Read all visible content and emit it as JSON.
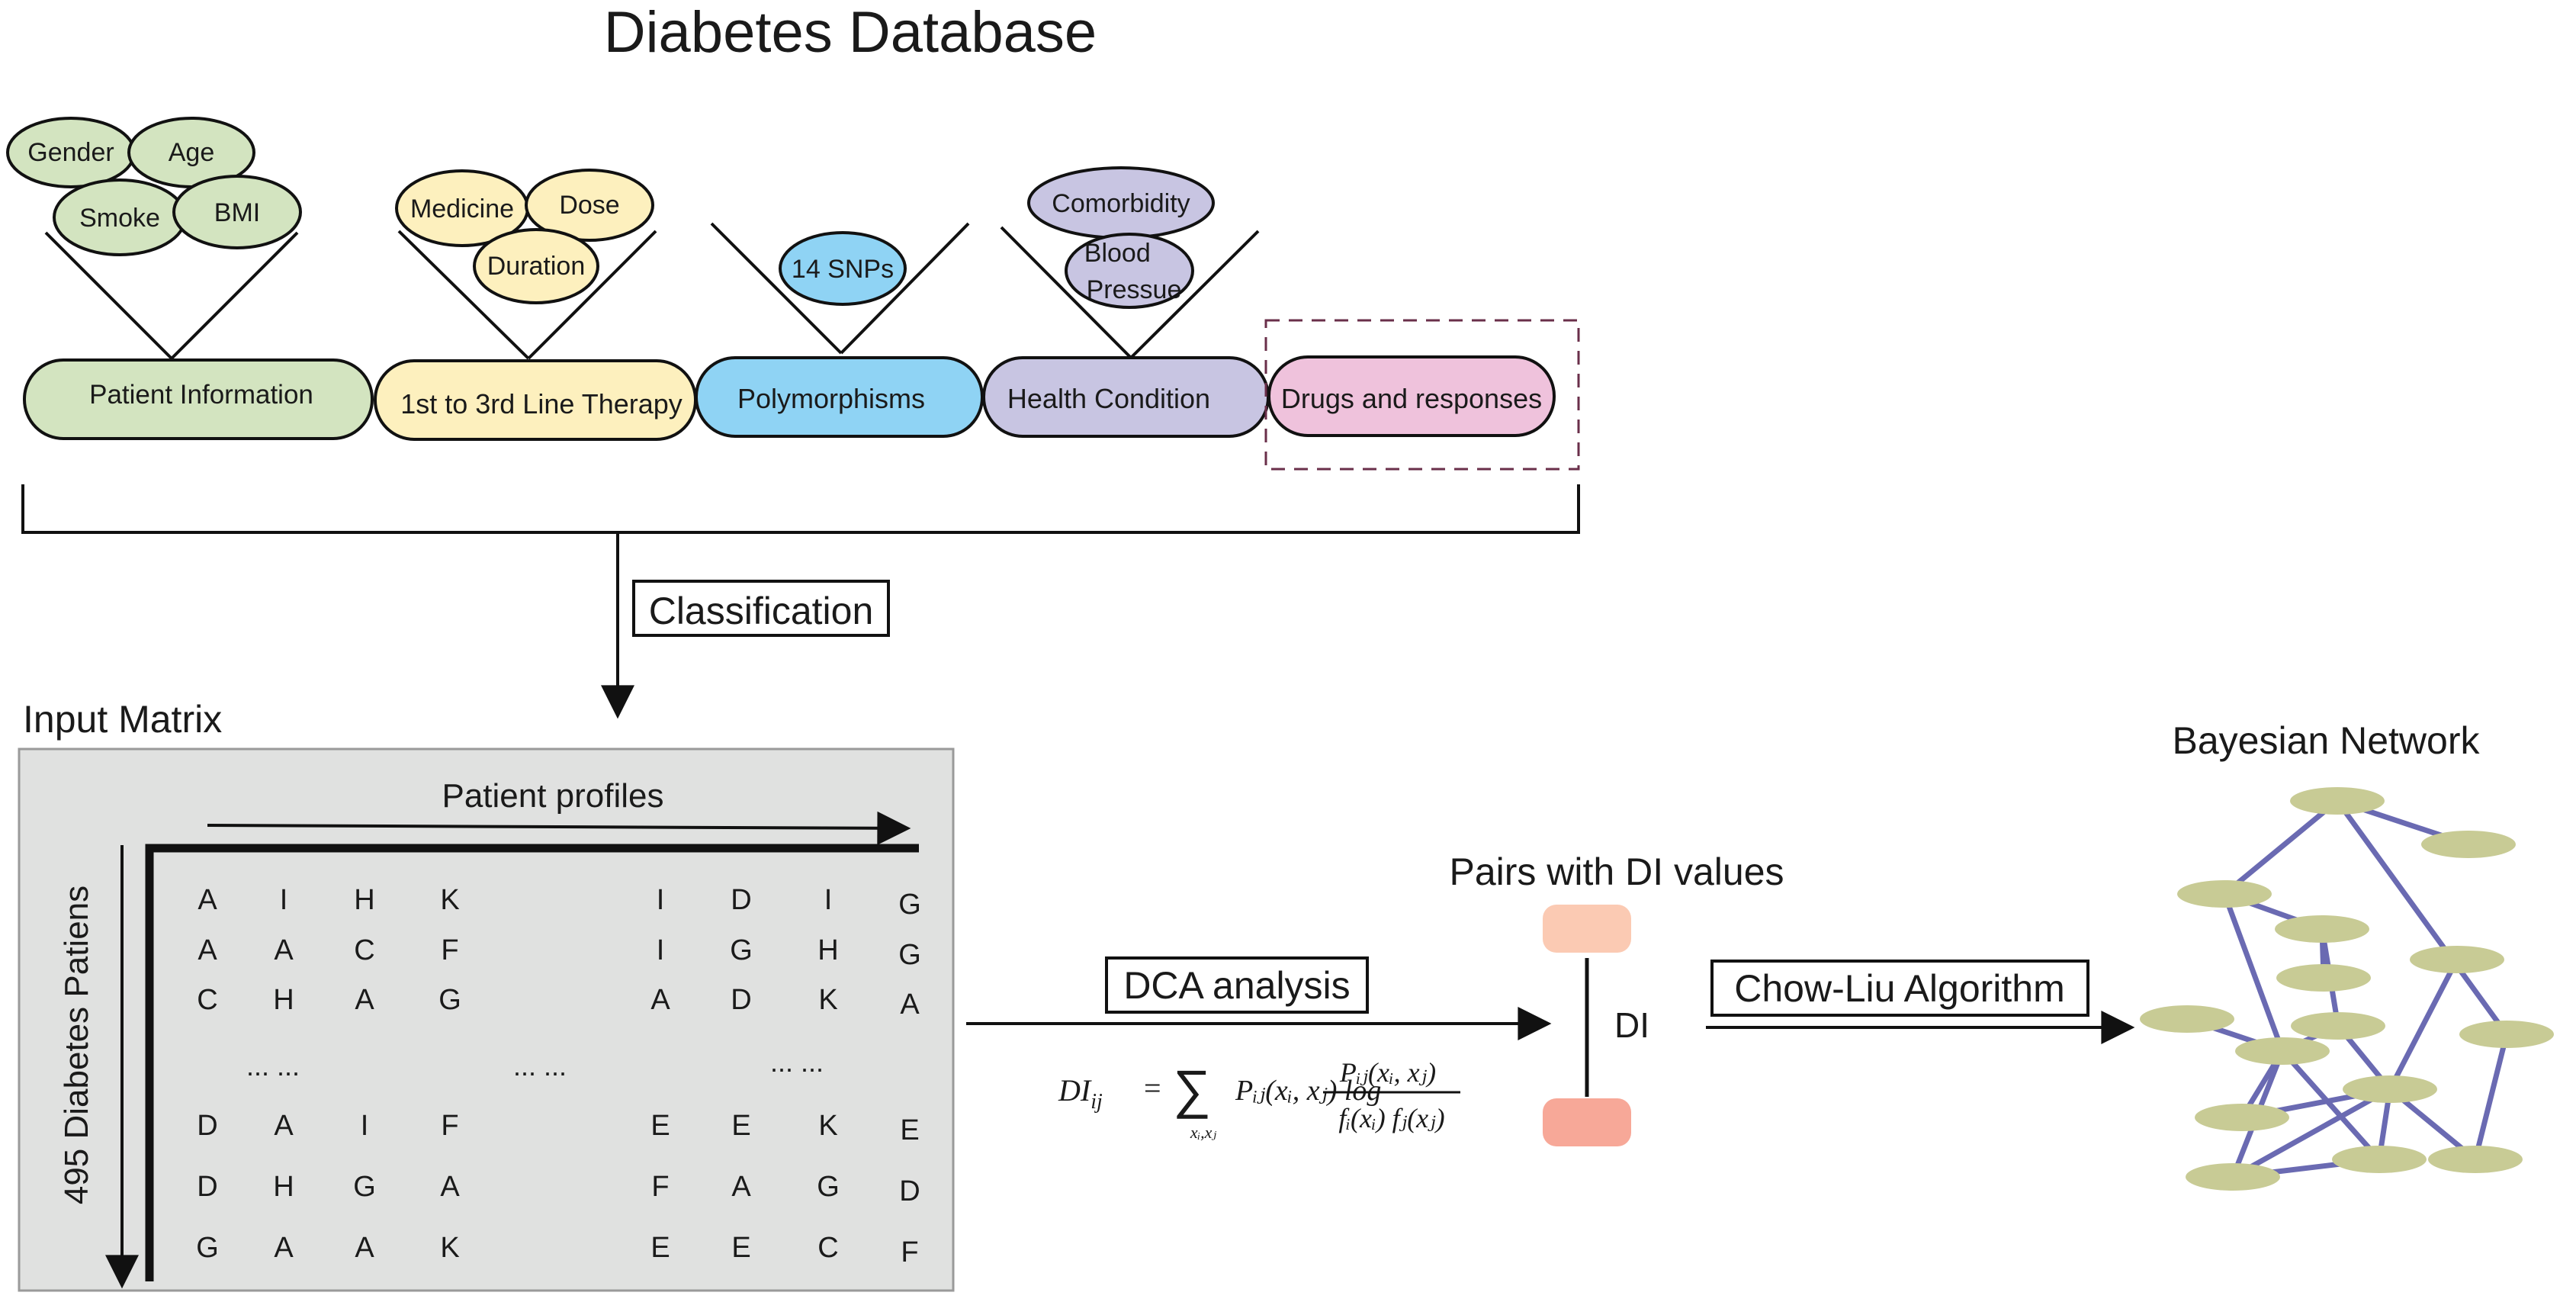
{
  "title": "Diabetes Database",
  "categories": [
    {
      "label": "Patient Information",
      "fill": "#d3e4c0",
      "items": [
        "Gender",
        "Age",
        "Smoke",
        "BMI"
      ]
    },
    {
      "label": "1st to 3rd Line Therapy",
      "fill": "#fdf0be",
      "items": [
        "Medicine",
        "Dose",
        "Duration"
      ]
    },
    {
      "label": "Polymorphisms",
      "fill": "#8fd3f4",
      "items": [
        "14 SNPs"
      ]
    },
    {
      "label": "Health Condition",
      "fill": "#c8c5e2",
      "items": [
        "Comorbidity",
        "Blood\nPressue"
      ]
    },
    {
      "label": "Drugs and responses",
      "fill": "#efc2dc",
      "items": []
    }
  ],
  "classification_label": "Classification",
  "input_matrix": {
    "title": "Input Matrix",
    "col_axis_label": "Patient profiles",
    "row_axis_label": "495 Diabetes Patiens",
    "ellipsis": "... ...",
    "left_rows": [
      [
        "A",
        "I",
        "H",
        "K"
      ],
      [
        "A",
        "A",
        "C",
        "F"
      ],
      [
        "C",
        "H",
        "A",
        "G"
      ],
      [
        "D",
        "A",
        "I",
        "F"
      ],
      [
        "D",
        "H",
        "G",
        "A"
      ],
      [
        "G",
        "A",
        "A",
        "K"
      ]
    ],
    "right_rows": [
      [
        "I",
        "D",
        "I",
        "G"
      ],
      [
        "I",
        "G",
        "H",
        "G"
      ],
      [
        "A",
        "D",
        "K",
        "A"
      ],
      [
        "E",
        "E",
        "K",
        "E"
      ],
      [
        "F",
        "A",
        "G",
        "D"
      ],
      [
        "E",
        "E",
        "C",
        "F"
      ]
    ],
    "background": "#e0e1e0"
  },
  "dca_label": "DCA analysis",
  "formula": {
    "lhs": "DI",
    "lhs_sub": "ij",
    "sum_sub": "xᵢ,xⱼ",
    "term": "Pᵢⱼ(xᵢ, xⱼ) log",
    "numerator": "Pᵢⱼ(xᵢ, xⱼ)",
    "denominator": "fᵢ(xᵢ) fⱼ(xⱼ)"
  },
  "pairs": {
    "title": "Pairs with DI values",
    "di_label": "DI",
    "top_color": "#fbcab3",
    "bottom_color": "#f7a898"
  },
  "chow_liu_label": "Chow-Liu Algorithm",
  "bayesian": {
    "title": "Bayesian Network",
    "node_color": "#c8cb95",
    "edge_color": "#6a6ab2"
  }
}
